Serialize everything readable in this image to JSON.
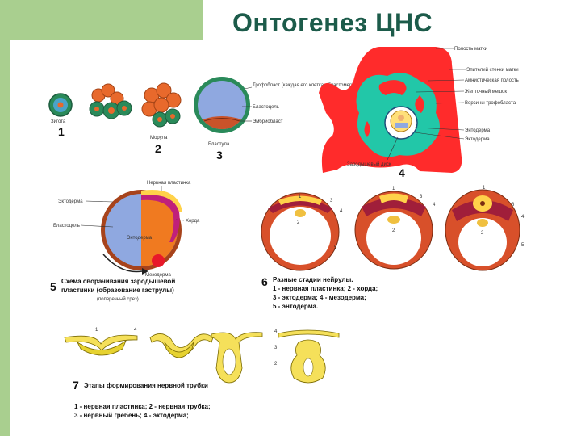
{
  "title": "Онтогенез ЦНС",
  "stage1": {
    "num": "1",
    "label": "Зигота"
  },
  "stage2": {
    "num": "2",
    "label": "Морула"
  },
  "stage3": {
    "num": "3",
    "label": "Бластула",
    "annot_troph": "Трофобласт (каждая его клетка - бластомер)",
    "annot_blastocoel": "Бластоцель",
    "annot_embryoblast": "Эмбриобласт"
  },
  "stage4": {
    "num": "4",
    "labels": [
      "Полость матки",
      "Эпителий стенки матки",
      "Амниотическая полость",
      "Желточный мешок",
      "Ворсины трофобласта",
      "Энтодерма",
      "Эктодерма"
    ],
    "disk": "Зародышевый диск"
  },
  "stage5": {
    "num": "5",
    "labels": {
      "neural_plate": "Нервная пластинка",
      "ectoderm": "Эктодерма",
      "blastocoel": "Бластоцель",
      "chorda": "Хорда",
      "endoderm": "Энтодерма",
      "mesoderm": "Мезодерма"
    },
    "caption_lines": [
      "Схема сворачивания зародышевой",
      "пластинки (образование гаструлы)",
      "(поперечный срез)"
    ]
  },
  "stage6": {
    "num": "6",
    "caption_lines": [
      "Разные стадии нейрулы.",
      "1 - нервная пластинка; 2 - хорда;",
      "3 - эктодерма; 4 - мезодерма;",
      "5 - энтодерма."
    ],
    "markers": [
      "1",
      "2",
      "3",
      "4",
      "5"
    ]
  },
  "stage7": {
    "num": "7",
    "caption_lines": [
      "Этапы формирования нервной трубки",
      "1 - нервная пластинка; 2 - нервная трубка;",
      "3 - нервный гребень; 4 - эктодерма;"
    ],
    "markers": [
      "1",
      "2",
      "3",
      "4"
    ]
  }
}
